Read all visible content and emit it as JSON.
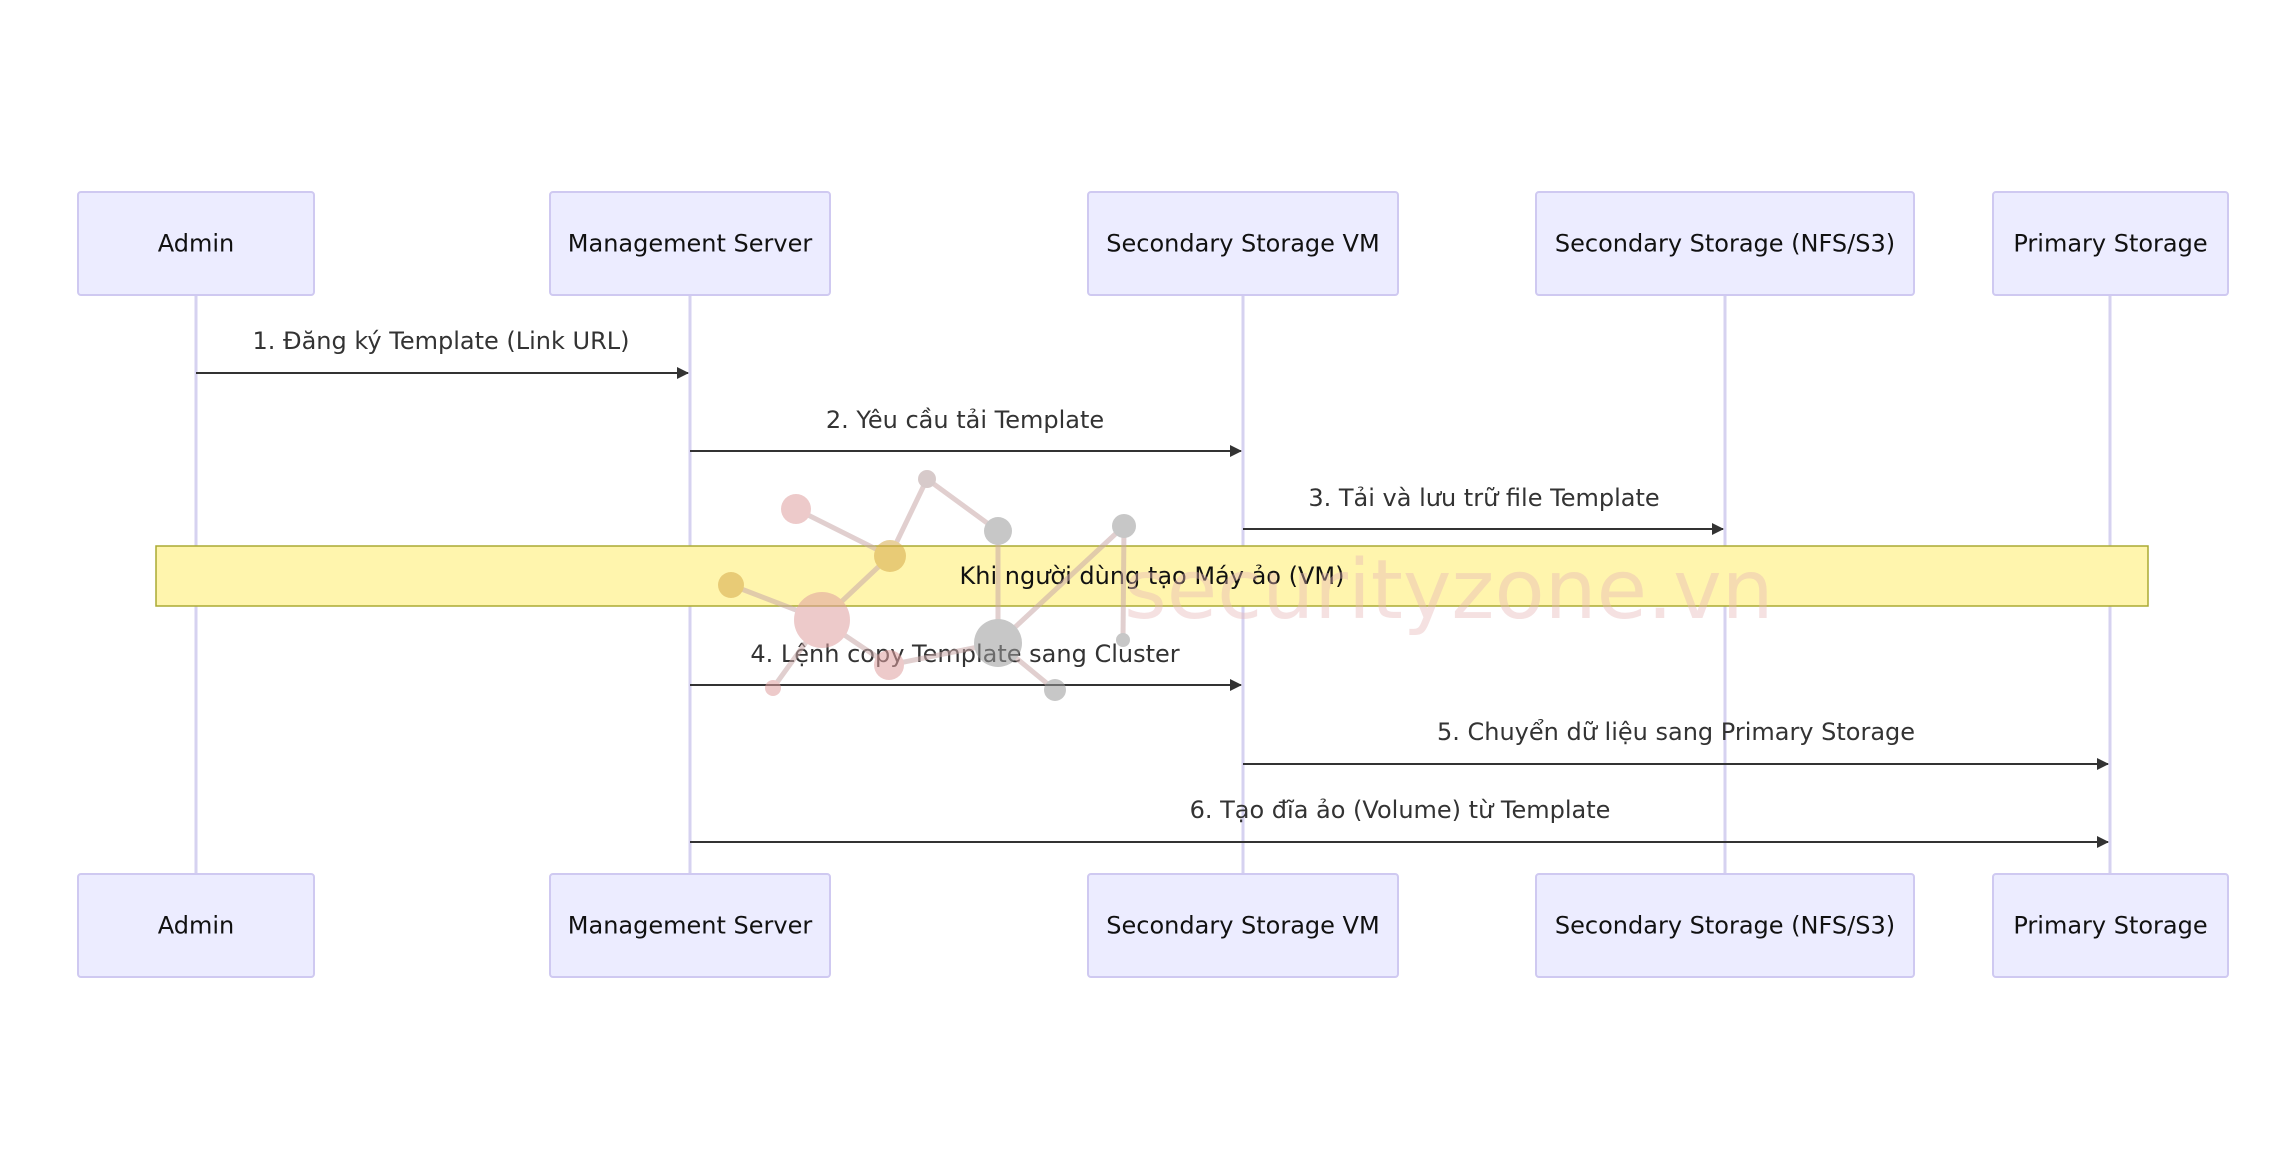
{
  "actors": [
    {
      "id": "admin",
      "label": "Admin"
    },
    {
      "id": "management-server",
      "label": "Management Server"
    },
    {
      "id": "secondary-storage-vm",
      "label": "Secondary Storage VM"
    },
    {
      "id": "secondary-storage",
      "label": "Secondary Storage (NFS/S3)"
    },
    {
      "id": "primary-storage",
      "label": "Primary Storage"
    }
  ],
  "messages": [
    {
      "from": "admin",
      "to": "management-server",
      "label": "1. Đăng ký Template (Link URL)"
    },
    {
      "from": "management-server",
      "to": "secondary-storage-vm",
      "label": "2. Yêu cầu tải Template"
    },
    {
      "from": "secondary-storage-vm",
      "to": "secondary-storage",
      "label": "3. Tải và lưu trữ file Template"
    },
    {
      "from": "management-server",
      "to": "secondary-storage-vm",
      "label": "4. Lệnh copy Template sang Cluster"
    },
    {
      "from": "secondary-storage-vm",
      "to": "primary-storage",
      "label": "5. Chuyển dữ liệu sang Primary Storage"
    },
    {
      "from": "management-server",
      "to": "primary-storage",
      "label": "6. Tạo đĩa ảo (Volume) từ Template"
    }
  ],
  "note": {
    "label": "Khi người dùng tạo Máy ảo (VM)"
  },
  "watermark": {
    "text": "securityzone.vn"
  },
  "colors": {
    "actor_fill": "#ECECFF",
    "actor_stroke": "#CFC9F1",
    "lifeline": "#D6D2F0",
    "message": "#333333",
    "note_fill": "#FFF5AD",
    "note_stroke": "#AAAA33",
    "watermark": "#E6B7B7"
  }
}
